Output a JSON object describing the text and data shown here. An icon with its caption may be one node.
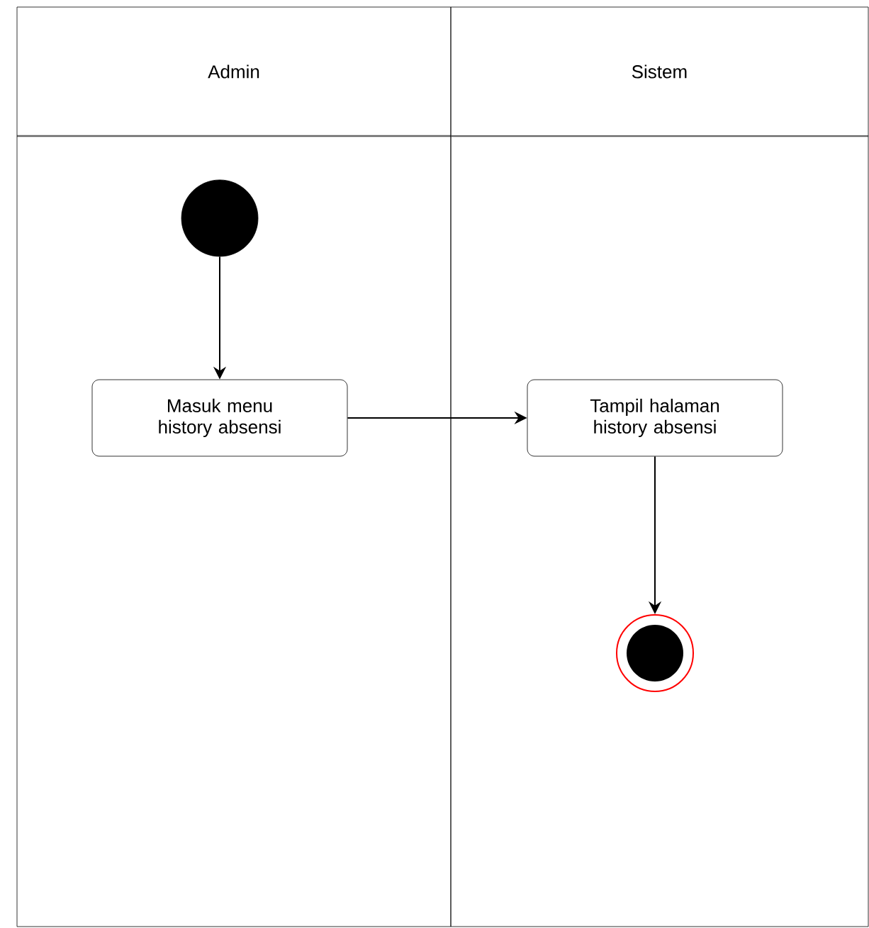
{
  "diagram": {
    "nodes": [
      {
        "text": [
          "Admin"
        ]
      },
      {
        "text": [
          "Sistem"
        ]
      },
      {
        "text": [],
        "shape": "circle",
        "in": 0
      },
      {
        "text": [
          "Masuk menu history absensi"
        ],
        "in": 0
      },
      {
        "text": [
          "Tampil halaman history absensi"
        ],
        "in": 1
      },
      {
        "text": [],
        "shape": "bullseye",
        "in": 1
      }
    ],
    "edges": [
      {
        "from": 2,
        "to": 3,
        "arrow": "to"
      },
      {
        "from": 3,
        "to": 4,
        "arrow": "to"
      },
      {
        "from": 4,
        "to": 5,
        "arrow": "to"
      }
    ]
  }
}
